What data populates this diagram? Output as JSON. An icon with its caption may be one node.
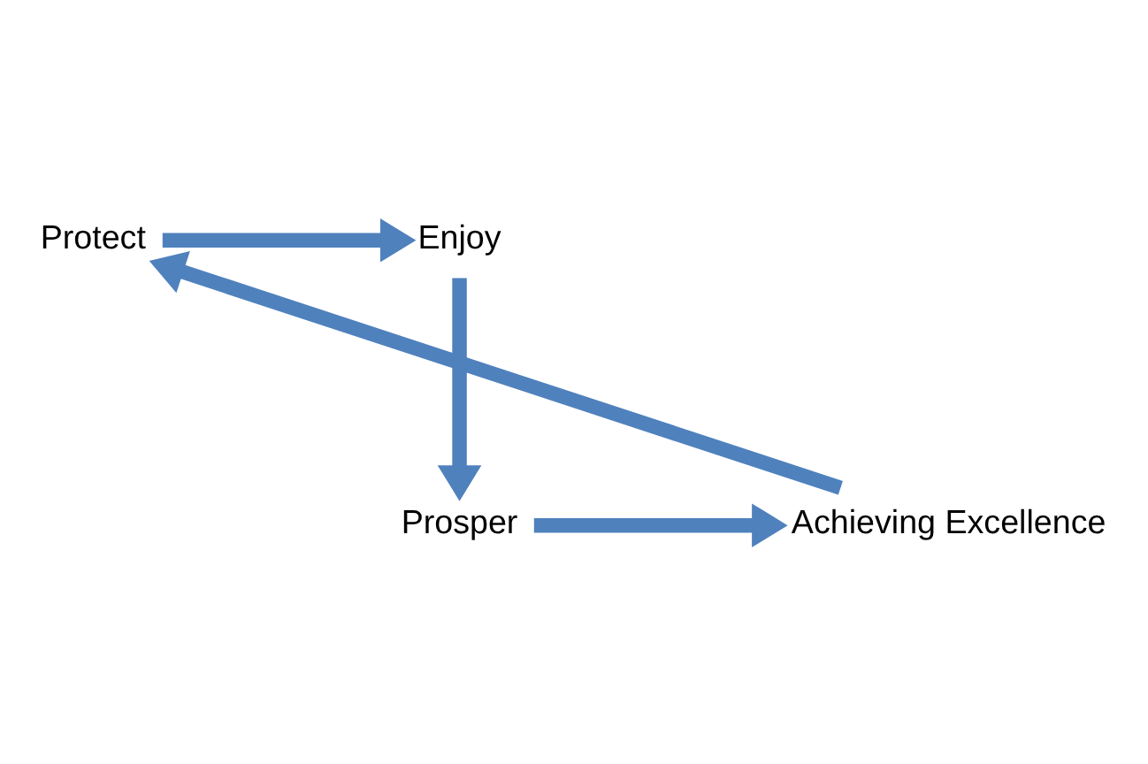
{
  "diagram": {
    "nodes": [
      {
        "text": [
          "Protect"
        ]
      },
      {
        "text": [
          "Enjoy"
        ]
      },
      {
        "text": [
          "Prosper"
        ]
      },
      {
        "text": [
          "Achieving Excellence"
        ]
      }
    ],
    "edges": [
      {
        "from": 0,
        "to": 1,
        "arrow": "to"
      },
      {
        "from": 1,
        "to": 2,
        "arrow": "to"
      },
      {
        "from": 2,
        "to": 3,
        "arrow": "to"
      },
      {
        "from": 3,
        "to": 0,
        "arrow": "to"
      }
    ]
  }
}
